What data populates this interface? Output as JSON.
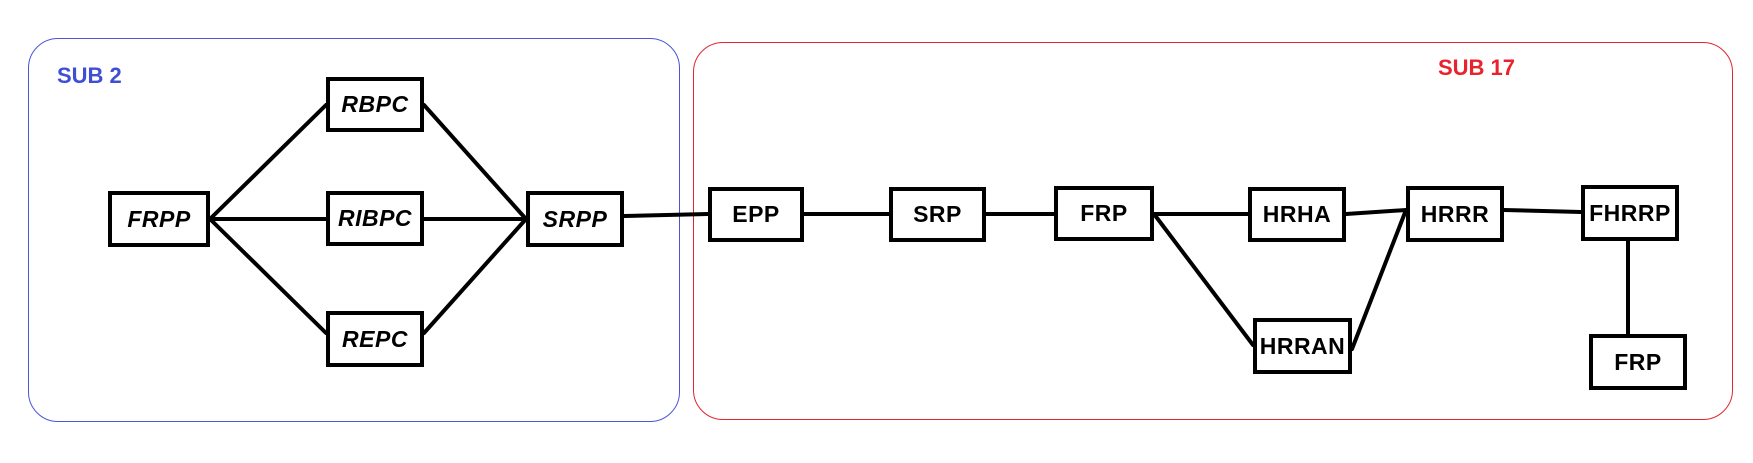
{
  "groups": {
    "sub2": {
      "label": "SUB 2",
      "color": "#3f4fd4"
    },
    "sub17": {
      "label": "SUB 17",
      "color": "#e8232d"
    }
  },
  "nodes": {
    "frpp": "FRPP",
    "rbpc": "RBPC",
    "ribpc": "RIBPC",
    "repc": "REPC",
    "srpp": "SRPP",
    "epp": "EPP",
    "srp": "SRP",
    "frp_main": "FRP",
    "hrha": "HRHA",
    "hrran": "HRRAN",
    "hrrr": "HRRR",
    "fhrrp": "FHRRP",
    "frp_bottom": "FRP"
  },
  "edges": [
    [
      "frpp",
      "rbpc"
    ],
    [
      "frpp",
      "ribpc"
    ],
    [
      "frpp",
      "repc"
    ],
    [
      "rbpc",
      "srpp"
    ],
    [
      "ribpc",
      "srpp"
    ],
    [
      "repc",
      "srpp"
    ],
    [
      "srpp",
      "epp"
    ],
    [
      "epp",
      "srp"
    ],
    [
      "srp",
      "frp_main"
    ],
    [
      "frp_main",
      "hrha"
    ],
    [
      "frp_main",
      "hrran"
    ],
    [
      "hrha",
      "hrrr"
    ],
    [
      "hrran",
      "hrrr"
    ],
    [
      "hrrr",
      "fhrrp"
    ],
    [
      "fhrrp",
      "frp_bottom"
    ]
  ]
}
